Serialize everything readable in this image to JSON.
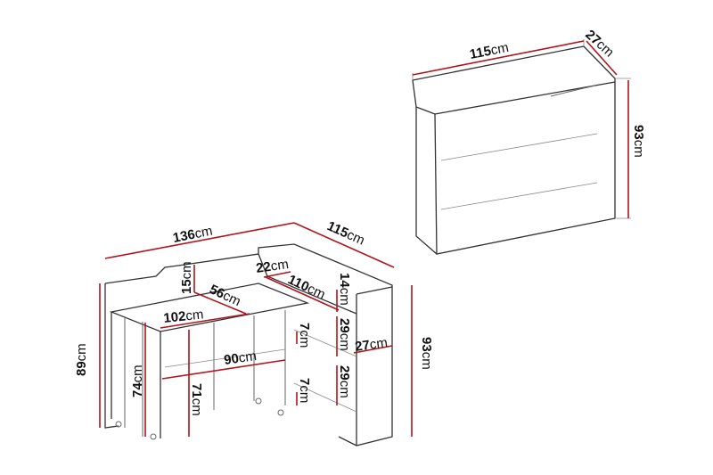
{
  "colors": {
    "dimension_line": "#b0141c",
    "outline": "#333333"
  },
  "cabinet_closed": {
    "width": {
      "value": "115",
      "unit": "cm"
    },
    "depth": {
      "value": "27",
      "unit": "cm"
    },
    "height": {
      "value": "93",
      "unit": "cm"
    }
  },
  "desk_open": {
    "total_width": {
      "value": "136",
      "unit": "cm"
    },
    "side_length": {
      "value": "115",
      "unit": "cm"
    },
    "desk_height": {
      "value": "89",
      "unit": "cm"
    },
    "cabinet_height": {
      "value": "93",
      "unit": "cm"
    },
    "back_height": {
      "value": "15",
      "unit": "cm"
    },
    "top_depth": {
      "value": "56",
      "unit": "cm"
    },
    "shelf_depth": {
      "value": "22",
      "unit": "cm"
    },
    "shelf_length": {
      "value": "110",
      "unit": "cm"
    },
    "upper_gap": {
      "value": "14",
      "unit": "cm"
    },
    "top_width": {
      "value": "102",
      "unit": "cm"
    },
    "shelf1_height": {
      "value": "29",
      "unit": "cm"
    },
    "side_shelf1": {
      "value": "7",
      "unit": "cm"
    },
    "cabinet_depth": {
      "value": "27",
      "unit": "cm"
    },
    "leg_width": {
      "value": "90",
      "unit": "cm"
    },
    "shelf2_height": {
      "value": "29",
      "unit": "cm"
    },
    "side_shelf2": {
      "value": "7",
      "unit": "cm"
    },
    "top_height": {
      "value": "74",
      "unit": "cm"
    },
    "clearance": {
      "value": "71",
      "unit": "cm"
    }
  }
}
